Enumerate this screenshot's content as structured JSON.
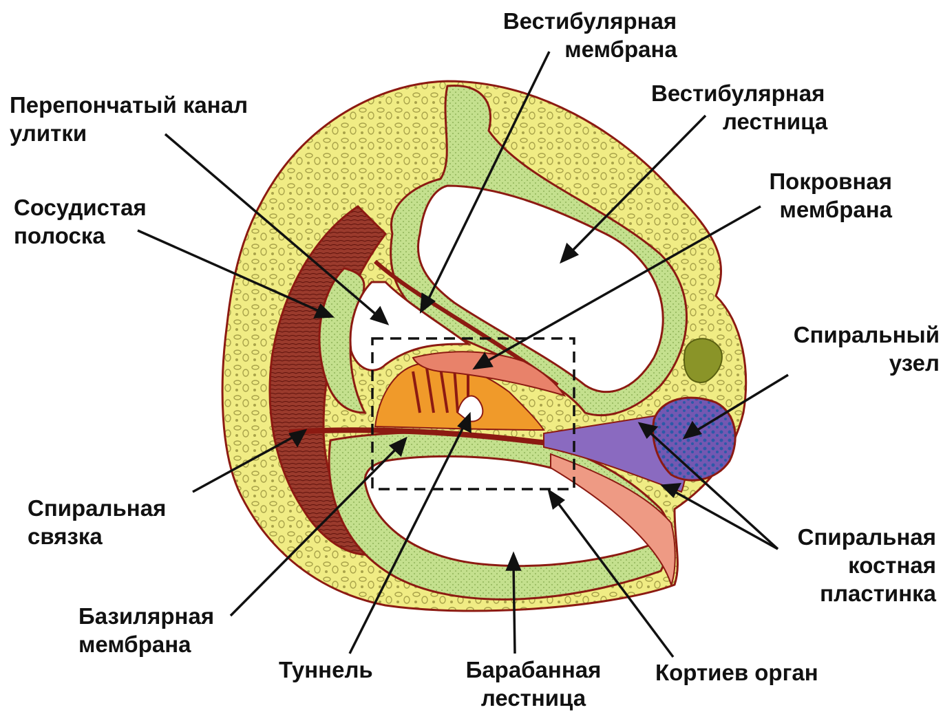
{
  "labels": {
    "vestibular_membrane": [
      "Вестибулярная",
      "мембрана"
    ],
    "membranous_canal": [
      "Перепончатый канал",
      "улитки"
    ],
    "vestibular_scala": [
      "Вестибулярная",
      "лестница"
    ],
    "stria_vascularis": [
      "Сосудистая",
      "полоска"
    ],
    "tectorial_membrane": [
      "Покровная",
      "мембрана"
    ],
    "spiral_ganglion": [
      "Спиральный",
      "узел"
    ],
    "spiral_ligament": [
      "Спиральная",
      "связка"
    ],
    "osseous_spiral_lamina": [
      "Спиральная",
      "костная",
      "пластинка"
    ],
    "basilar_membrane": [
      "Базилярная",
      "мембрана"
    ],
    "tunnel": [
      "Туннель"
    ],
    "tympanic_scala": [
      "Барабанная",
      "лестница"
    ],
    "organ_of_corti": [
      "Кортиев орган"
    ]
  },
  "colors": {
    "bone_yellow": "#f0ec84",
    "bone_texture": "#a8a24a",
    "wall_green": "#c4e08e",
    "outline_red": "#8c1a12",
    "ligament": "#9a3a2c",
    "organ_orange": "#f09a2a",
    "tectorial": "#e8826a",
    "ganglion_blue": "#7458b2",
    "nerve_purple": "#8a6ac0",
    "ganglion_olive": "#8a9428",
    "lamina_salmon": "#ee9a84",
    "cavity": "#ffffff",
    "text": "#111111"
  }
}
